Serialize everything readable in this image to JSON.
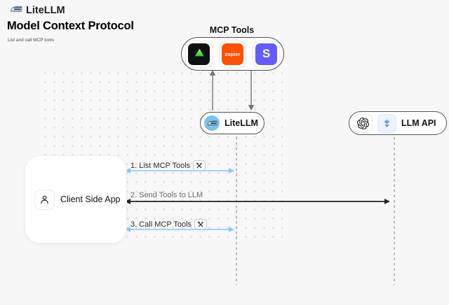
{
  "colors": {
    "canvas-bg": "#f7f7f7",
    "arrow-blue": "#8ac7ee",
    "arrow-dark": "#242424",
    "arrow-gray": "#757575",
    "dashed-line": "#a3a3a3",
    "zapier-orange": "#ff4f00",
    "stripe-purple": "#635bff",
    "triangle-green-top": "#b6f04a",
    "triangle-green-bottom": "#27c93f",
    "litellm-blue": "#79c3e8",
    "feather-blue": "#4a8fe8"
  },
  "header": {
    "brand": "LiteLLM",
    "title": "Model Context Protocol",
    "subtitle": "List and call MCP tools"
  },
  "mcp_group": {
    "label": "MCP Tools",
    "tools": [
      {
        "name": "green-triangle-tool"
      },
      {
        "name": "zapier",
        "text": "zapier"
      },
      {
        "name": "stripe",
        "text": "S"
      }
    ]
  },
  "nodes": {
    "litellm": {
      "label": "LiteLLM"
    },
    "llm_api": {
      "label": "LLM API"
    },
    "client": {
      "label": "Client Side App"
    }
  },
  "flows": [
    {
      "label": "1. List MCP Tools"
    },
    {
      "label": "2. Send Tools to LLM"
    },
    {
      "label": "3. Call MCP Tools"
    }
  ]
}
